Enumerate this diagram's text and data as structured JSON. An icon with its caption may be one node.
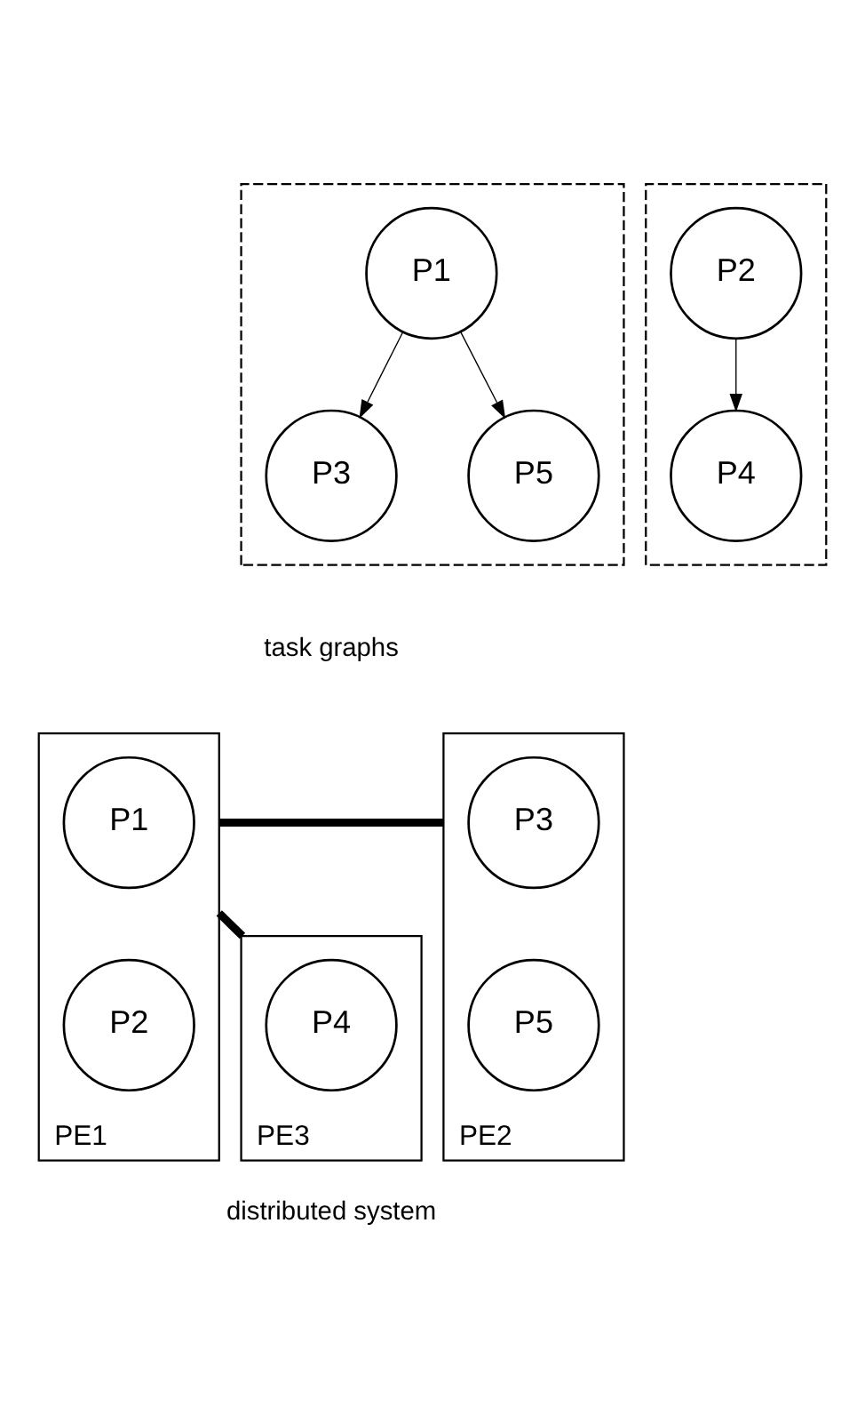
{
  "diagram": {
    "nodes": [
      {
        "text": [],
        "shape": "box"
      },
      {
        "text": [
          "P1"
        ],
        "in": 0
      },
      {
        "text": [
          "P3"
        ],
        "in": 0
      },
      {
        "text": [
          "P5"
        ],
        "in": 0
      },
      {
        "text": [],
        "shape": "box"
      },
      {
        "text": [
          "P2"
        ],
        "in": 4
      },
      {
        "text": [
          "P4"
        ],
        "in": 4
      },
      {
        "text": [
          "PE1"
        ]
      },
      {
        "text": [
          "P1"
        ],
        "in": 7
      },
      {
        "text": [
          "P2"
        ],
        "in": 7
      },
      {
        "text": [
          "PE2"
        ]
      },
      {
        "text": [
          "P3"
        ],
        "in": 10
      },
      {
        "text": [
          "P5"
        ],
        "in": 10
      },
      {
        "text": [
          "PE3"
        ]
      },
      {
        "text": [
          "P4"
        ],
        "in": 13
      }
    ],
    "edges": [
      {
        "from": 1,
        "to": 2,
        "arrow": "to"
      },
      {
        "from": 1,
        "to": 3,
        "arrow": "to"
      },
      {
        "from": 5,
        "to": 6,
        "arrow": "to"
      },
      {
        "from": 7,
        "to": 10,
        "arrow": "none",
        "style": "thick"
      },
      {
        "from": 7,
        "to": 13,
        "arrow": "none",
        "style": "thick"
      }
    ],
    "labels": [
      "task graphs",
      "distributed system"
    ]
  }
}
